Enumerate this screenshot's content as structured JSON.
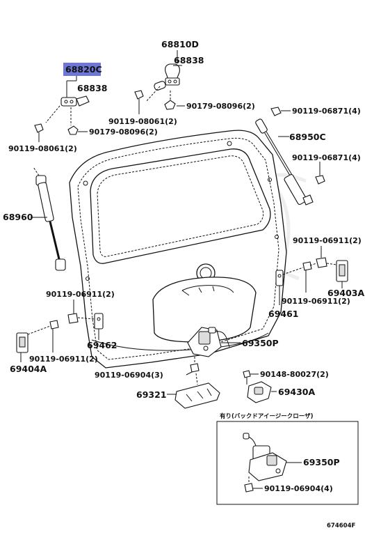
{
  "highlight_color": "#6f77d6",
  "labels": {
    "p68810D": "68810D",
    "p68838_r": "68838",
    "p68820C": "68820C",
    "p68838_l": "68838",
    "p90179_r": "90179-08096(2)",
    "p90119_08061_r": "90119-08061(2)",
    "p90179_l": "90179-08096(2)",
    "p90119_08061_l": "90119-08061(2)",
    "p90119_06871_top": "90119-06871(4)",
    "p68950C": "68950C",
    "p90119_06871_mid": "90119-06871(4)",
    "p68960": "68960",
    "p90119_06911_r1": "90119-06911(2)",
    "p90119_06911_l1": "90119-06911(2)",
    "p69403A": "69403A",
    "p90119_06911_r2": "90119-06911(2)",
    "p69461": "69461",
    "p69462": "69462",
    "p69350P": "69350P",
    "p69404A": "69404A",
    "p90119_06911_l2": "90119-06911(2)",
    "p90119_06904": "90119-06904(3)",
    "p90148": "90148-80027(2)",
    "p69321": "69321",
    "p69430A": "69430A",
    "inset_caption": "有り(バックドアイージークローザ)",
    "inset_69350P": "69350P",
    "inset_90119_06904": "90119-06904(4)",
    "diagram_code": "674604F"
  }
}
